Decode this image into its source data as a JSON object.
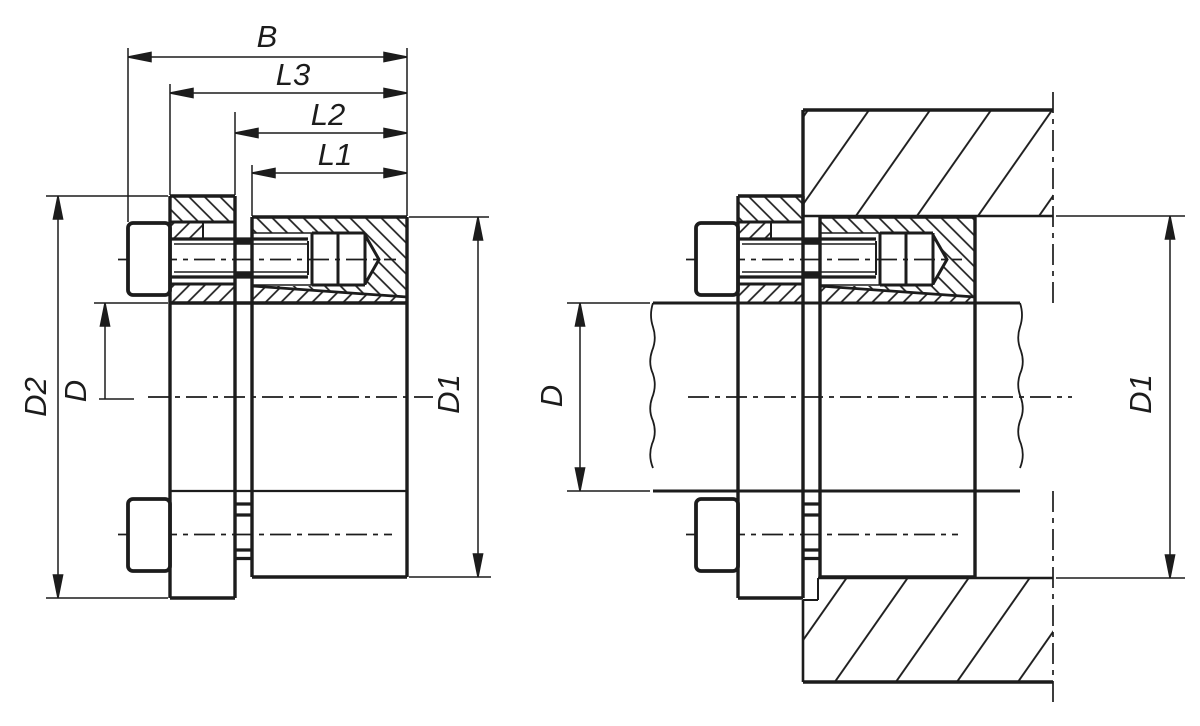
{
  "drawing": {
    "kind": "technical-section-drawing",
    "subject": "clamping-set shaft-hub locking assembly, left: loose unit, right: mounted in hub on shaft",
    "colors": {
      "background": "#ffffff",
      "line": "#1c1c1c"
    },
    "views": {
      "left": {
        "id": "clamping-set-cross-section",
        "dim_labels": {
          "B": "B",
          "L3": "L3",
          "L2": "L2",
          "L1": "L1",
          "D2": "D2",
          "D": "D",
          "D1": "D1"
        }
      },
      "right": {
        "id": "mounted-assembly-cross-section",
        "dim_labels": {
          "D": "D",
          "D1": "D1"
        }
      }
    }
  }
}
